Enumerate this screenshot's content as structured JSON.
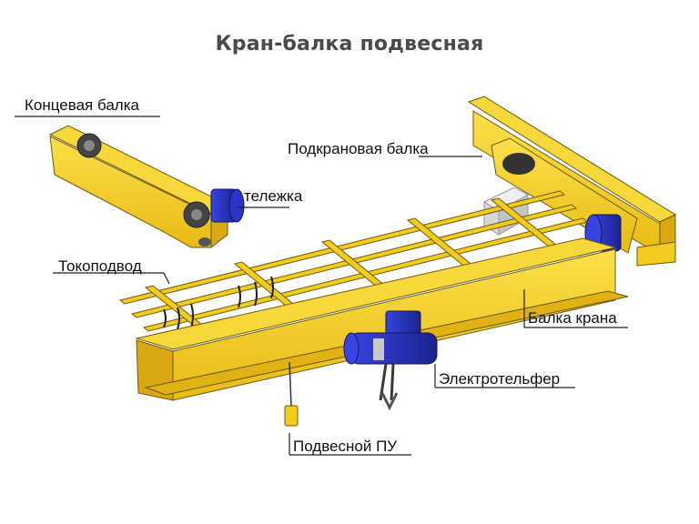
{
  "title": "Кран-балка подвесная",
  "labels": {
    "end_beam": "Концевая балка",
    "runway_beam": "Подкрановая балка",
    "trolley": "тележка",
    "power_supply": "Токоподвод",
    "crane_beam": "Балка крана",
    "hoist": "Электротельфер",
    "pendant": "Подвесной ПУ"
  },
  "colors": {
    "beam_yellow": "#f2cc1c",
    "beam_shadow": "#d9a812",
    "motor_blue": "#2a34c8",
    "outline": "#6b5a12",
    "chain": "#3a3a3a"
  }
}
